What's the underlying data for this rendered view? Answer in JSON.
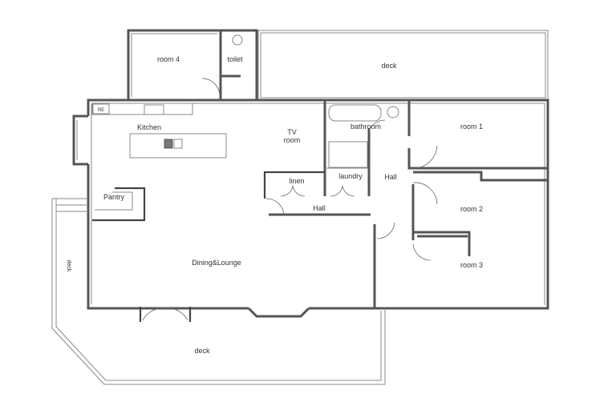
{
  "rooms": {
    "room4": "room 4",
    "toilet": "toilet",
    "deck_top": "deck",
    "re": "RE",
    "kitchen": "Kitchen",
    "tv_line1": "TV",
    "tv_line2": "room",
    "bathroom": "bathroom",
    "room1": "room 1",
    "linen": "linen",
    "laundry": "laundry",
    "hall_right": "Hall",
    "hall_center": "Hall",
    "pantry": "Pantry",
    "room2": "room 2",
    "room3": "room 3",
    "dining": "Dining&Lounge",
    "deck_bottom": "deck",
    "deck_side": "deck"
  },
  "colors": {
    "wall": "#555555",
    "background": "#ffffff"
  }
}
